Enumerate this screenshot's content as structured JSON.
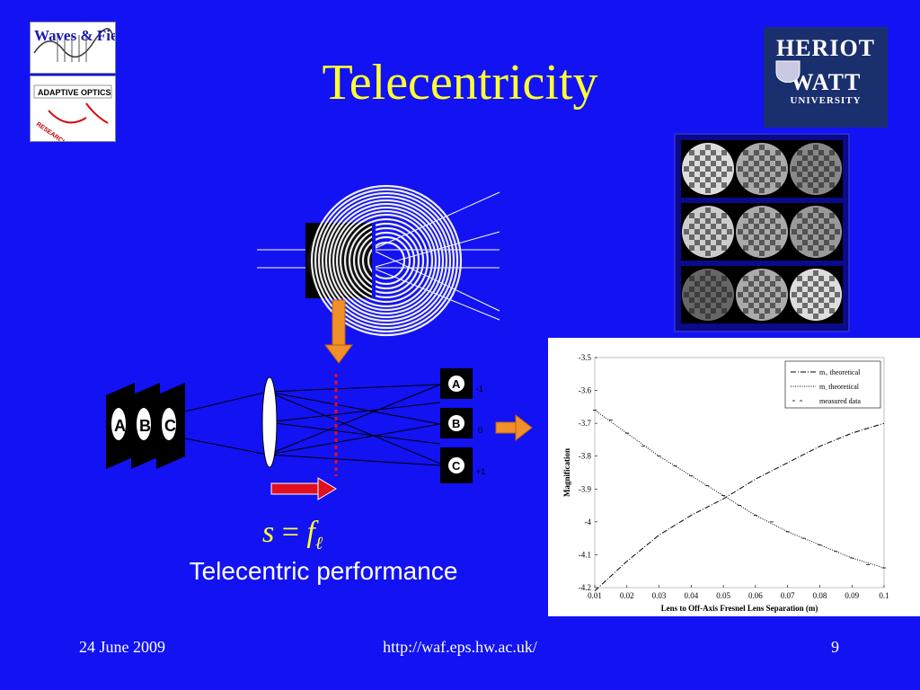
{
  "title": "Telecentricity",
  "logos": {
    "waves_fields": "Waves & Fields",
    "adaptive_optics": "ADAPTIVE OPTICS",
    "research": "RESEARCH",
    "heriot_watt_line1": "HERIOT",
    "heriot_watt_line2": "WATT",
    "heriot_watt_line3": "UNIVERSITY"
  },
  "diagram": {
    "object_letters": [
      "A",
      "B",
      "C"
    ],
    "image_labels": [
      "A",
      "B",
      "C"
    ],
    "order_labels": [
      "-1",
      "0",
      "+1"
    ]
  },
  "equation": {
    "lhs": "s",
    "eq": "=",
    "rhs": "f",
    "sub": "ℓ"
  },
  "caption": "Telecentric performance",
  "footer": {
    "date": "24 June 2009",
    "url": "http://waf.eps.hw.ac.uk/",
    "page": "9"
  },
  "chart_data": {
    "type": "line",
    "title": "",
    "xlabel": "Lens to Off-Axis Fresnel Lens Separation (m)",
    "ylabel": "Magnification",
    "xlim": [
      0.01,
      0.1
    ],
    "ylim": [
      -4.2,
      -3.5
    ],
    "x_ticks": [
      "0.01",
      "0.02",
      "0.03",
      "0.04",
      "0.05",
      "0.06",
      "0.07",
      "0.08",
      "0.09",
      "0.1"
    ],
    "y_ticks": [
      "-3.5",
      "-3.6",
      "-3.7",
      "-3.8",
      "-3.9",
      "-4",
      "-4.1",
      "-4.2"
    ],
    "legend_position": "top-right",
    "series": [
      {
        "name": "m+ theoretical",
        "legend_main": "m",
        "legend_sub": "+",
        "legend_rest": " theoretical",
        "style": "dashdot",
        "x": [
          0.01,
          0.02,
          0.03,
          0.04,
          0.05,
          0.06,
          0.07,
          0.08,
          0.09,
          0.1
        ],
        "y": [
          -4.21,
          -4.12,
          -4.04,
          -3.98,
          -3.93,
          -3.87,
          -3.82,
          -3.77,
          -3.73,
          -3.7
        ]
      },
      {
        "name": "m- theoretical",
        "legend_main": "m",
        "legend_sub": "-",
        "legend_rest": " theoretical",
        "style": "dotted",
        "x": [
          0.01,
          0.02,
          0.03,
          0.04,
          0.05,
          0.06,
          0.07,
          0.08,
          0.09,
          0.1
        ],
        "y": [
          -3.66,
          -3.73,
          -3.8,
          -3.86,
          -3.92,
          -3.98,
          -4.03,
          -4.07,
          -4.11,
          -4.14
        ]
      },
      {
        "name": "measured data",
        "legend_main": "",
        "legend_sub": "",
        "legend_rest": "measured data",
        "style": "markers",
        "x": [
          0.01,
          0.015,
          0.02,
          0.025,
          0.03,
          0.035,
          0.04,
          0.045,
          0.05,
          0.055,
          0.06,
          0.065,
          0.07,
          0.075,
          0.08,
          0.085,
          0.09,
          0.095,
          0.1
        ],
        "y": [
          -3.66,
          -3.69,
          -3.73,
          -3.77,
          -3.8,
          -3.83,
          -3.86,
          -3.89,
          -3.92,
          -3.95,
          -3.98,
          -4.0,
          -4.03,
          -4.05,
          -4.07,
          -4.09,
          -4.11,
          -4.13,
          -4.14
        ]
      }
    ]
  }
}
